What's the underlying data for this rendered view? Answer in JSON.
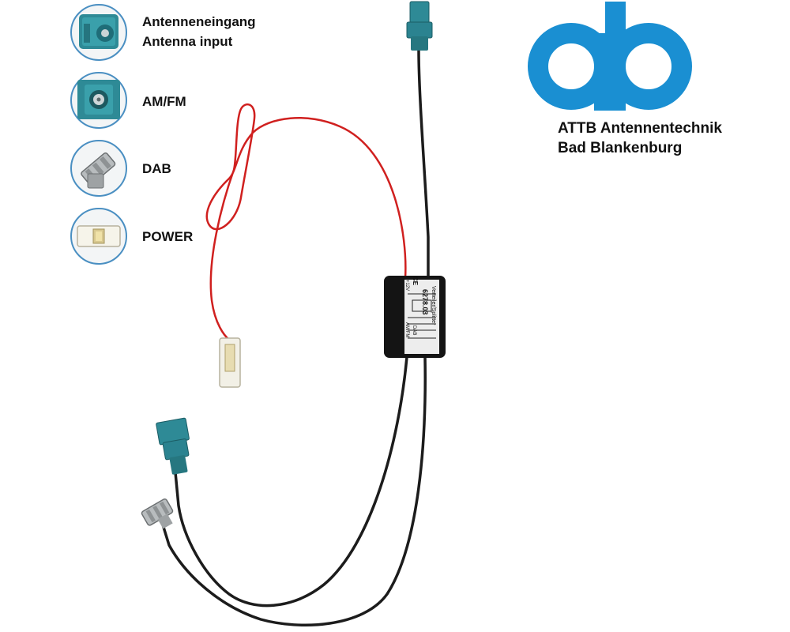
{
  "legend": {
    "antenna_input_de": "Antenneneingang",
    "antenna_input_en": "Antenna input",
    "amfm": "AM/FM",
    "dab": "DAB",
    "power": "POWER"
  },
  "company": {
    "line1": "ATTB Antennentechnik",
    "line2": "Bad Blankenburg"
  },
  "splitter": {
    "label_title": "Verteiler/Splitter",
    "part_number": "6278.03",
    "mark_ce": "CE",
    "label_dab": "DAB",
    "label_amfm": "AM/FM",
    "label_voltage": "+12V"
  },
  "colors": {
    "brand_blue": "#1a8fd2",
    "fakra_teal": "#2e8a96",
    "power_wire": "#d0201f",
    "cable": "#1c1c1c",
    "legend_ring": "#4a8fc2"
  }
}
